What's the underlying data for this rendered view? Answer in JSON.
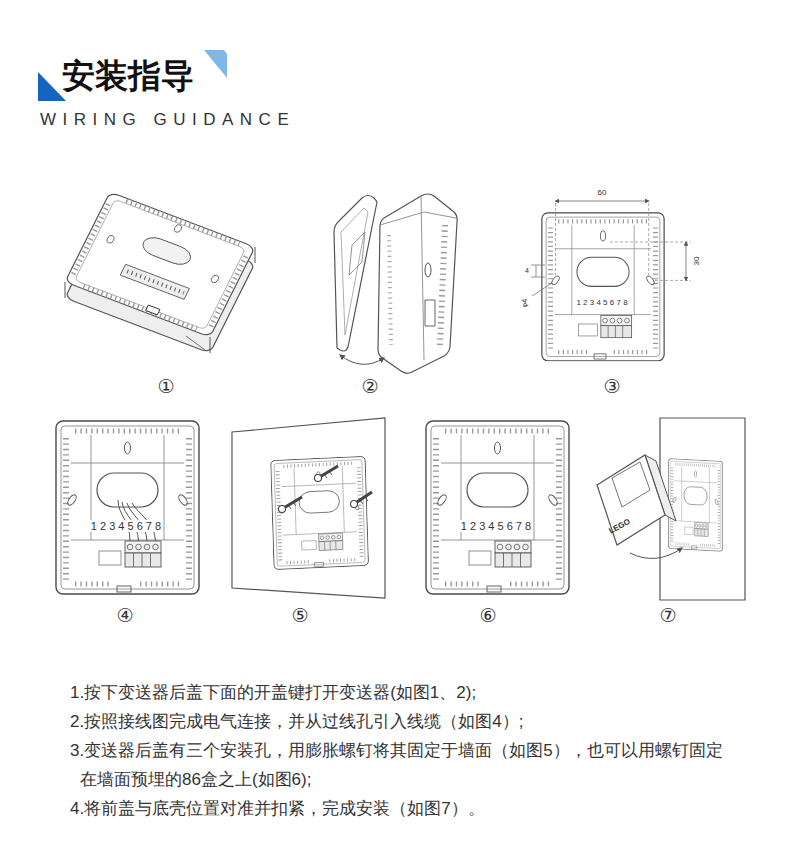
{
  "diagram": {
    "title": "安装指导",
    "labels": [
      "WIRING GUIDANCE",
      "①",
      "②",
      "60",
      "4",
      "φ4",
      "30",
      "1 2 3 4 5 6 7 8",
      "③",
      "1 2 3 4 5 6 7 8",
      "④",
      "⑤",
      "1 2 3 4 5 6 7 8",
      "⑥",
      "LEGO",
      "⑦",
      "1.按下变送器后盖下面的开盖键打开变送器(如图1、2);",
      "2.按照接线图完成电气连接，并从过线孔引入线缆（如图4）;",
      "3.变送器后盖有三个安装孔，用膨胀螺钉将其固定于墙面（如图5），也可以用螺钉固定在墙面预埋的86盒之上(如图6);",
      "4.将前盖与底壳位置对准并扣紧，完成安装（如图7）。"
    ]
  }
}
